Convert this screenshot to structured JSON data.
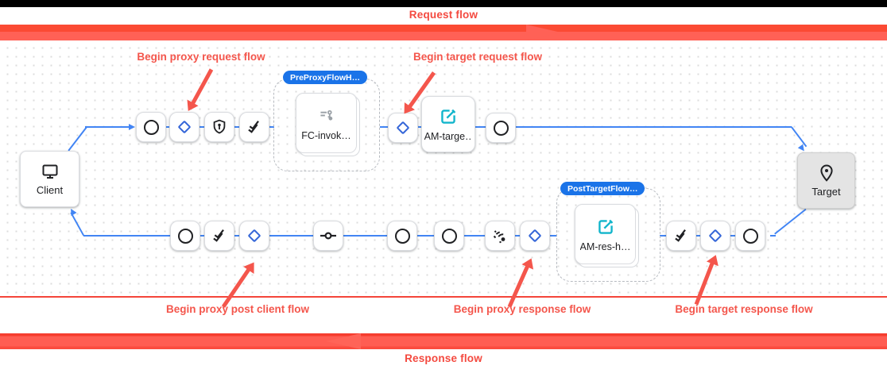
{
  "header": {
    "request_flow_label": "Request flow"
  },
  "footer": {
    "response_flow_label": "Response flow"
  },
  "annotations": {
    "begin_proxy_request": "Begin proxy request flow",
    "begin_target_request": "Begin target request flow",
    "begin_proxy_post_client": "Begin proxy post client flow",
    "begin_proxy_response": "Begin proxy response flow",
    "begin_target_response": "Begin target response flow"
  },
  "diagram": {
    "client_label": "Client",
    "target_label": "Target",
    "groups": {
      "pre_proxy_badge": "PreProxyFlowH…",
      "post_target_badge": "PostTargetFlow…"
    },
    "policies": {
      "flow_callout_label": "FC-invok…",
      "assign_target_label": "AM-targe…",
      "assign_response_label": "AM-res-h…"
    },
    "step_icon_names": [
      "circle-icon",
      "diamond-icon",
      "shield-key-icon",
      "double-check-icon",
      "dash-circle-icon",
      "signal-icon"
    ],
    "colors": {
      "connector_blue": "#4285f4",
      "diamond_blue": "#3566d8",
      "badge_blue": "#1a73e8",
      "policy_cyan": "#12b5cb",
      "policy_gray": "#9aa0a6",
      "annotation_red": "#f4564c",
      "bar_red_dark": "#fb4a33",
      "bar_red_light": "#ff6156"
    }
  }
}
